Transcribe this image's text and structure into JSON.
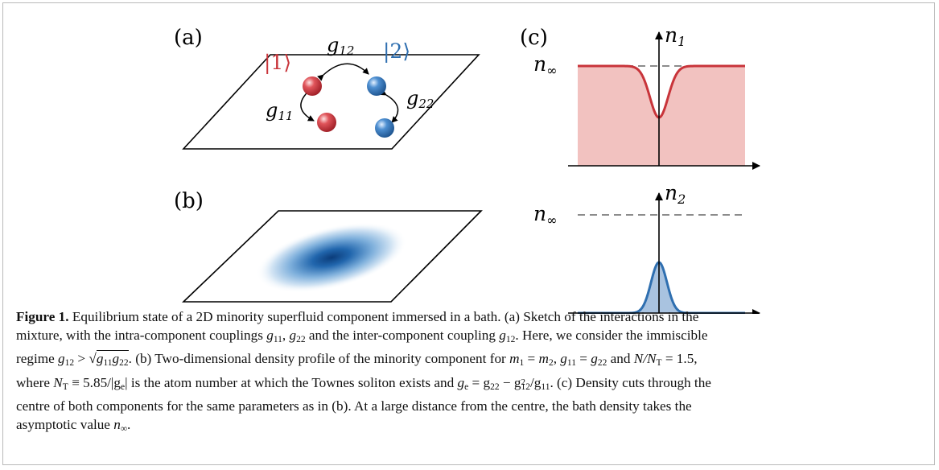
{
  "figure": {
    "panel_a": {
      "label": "(a)",
      "state1": "|1⟩",
      "state2": "|2⟩",
      "g11": "g",
      "g11_sub": "11",
      "g12": "g",
      "g12_sub": "12",
      "g22": "g",
      "g22_sub": "22"
    },
    "panel_b": {
      "label": "(b)"
    },
    "panel_c": {
      "label": "(c)",
      "n1_axis": "n",
      "n1_sub": "1",
      "n2_axis": "n",
      "n2_sub": "2",
      "ninf_top": "n",
      "ninf_bottom": "n",
      "ninf_sub": "∞"
    },
    "colors": {
      "component1": "#c8343a",
      "component1_fill": "#f2c2c0",
      "component2": "#2f6fb0",
      "component2_fill": "#a9c3e0",
      "dashed": "#8c8c8c"
    }
  },
  "caption": {
    "bold_label": "Figure 1.",
    "l1": " Equilibrium state of a 2D minority superfluid component immersed in a bath. (a) Sketch of the interactions in the",
    "l2a": "mixture, with the intra-component couplings ",
    "l2b": " and the inter-component coupling ",
    "l2c": ". Here, we consider the immiscible",
    "l3a": "regime ",
    "l3b": ". (b) Two-dimensional density profile of the minority component for ",
    "l3c": " and ",
    "l4a": "where ",
    "l4b": " is the atom number at which the Townes soliton exists and ",
    "l4c": ". (c) Density cuts through the",
    "l5": "centre of both components for the same parameters as in (b). At a large distance from the centre, the bath density takes the",
    "l6a": "asymptotic value ",
    "l6b": ".",
    "math": {
      "g11": "g",
      "g11s": "11",
      "g22": "g",
      "g22s": "22",
      "g12": "g",
      "g12s": "12",
      "regime": "g",
      "regime_s": "12",
      "regime_rel": " > ",
      "sqrt_inner": "g",
      "sqrt_s1": "11",
      "sqrt_g": "g",
      "sqrt_s2": "22",
      "params_m1": "m",
      "params_m1s": "1",
      "params_eq": " = ",
      "params_m2": "m",
      "params_m2s": "2",
      "params_g11": "g",
      "params_g11s": "11",
      "params_g22": "g",
      "params_g22s": "22",
      "params_N": "N/N",
      "params_Ns": "T",
      "params_val": " = 1.5,",
      "NT": "N",
      "NTs": "T",
      "NT_def": " ≡ 5.85/|g",
      "NT_defs": "e",
      "NT_end": "|",
      "ge": "g",
      "ges": "e",
      "ge_eq": " = g",
      "ge_s1": "22",
      "ge_minus": " − g",
      "ge_s2": "12",
      "ge_sup": "2",
      "ge_div": "/g",
      "ge_s3": "11",
      "ninf": "n",
      "ninfs": "∞"
    }
  }
}
